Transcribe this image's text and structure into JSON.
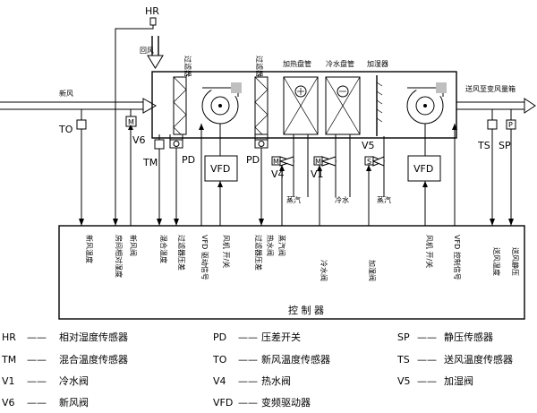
{
  "diagram": {
    "top_labels": {
      "hr": "HR",
      "return_air": "回风",
      "filter1": "过滤器",
      "filter2": "过滤器",
      "heating_coil": "加热盘管",
      "cooling_coil": "冷水盘管",
      "humidifier": "加湿器",
      "supply_air": "送风至变风量箱",
      "fresh_air": "新风"
    },
    "sensor_labels": {
      "to": "TO",
      "v6": "V6",
      "tm": "TM",
      "pd1": "PD",
      "pd2": "PD",
      "v4": "V4",
      "v1": "V1",
      "v5": "V5",
      "ts": "TS",
      "sp": "SP",
      "vfd1": "VFD",
      "vfd2": "VFD"
    },
    "pipe_labels": {
      "steam1": "蒸汽",
      "chilled_water": "冷水",
      "steam2": "蒸汽"
    },
    "controller_title": "控 制 器",
    "signals": [
      {
        "key": "s1",
        "text": "新风温度"
      },
      {
        "key": "s2",
        "text": "房间相对湿度"
      },
      {
        "key": "s2b",
        "text": "新风阀"
      },
      {
        "key": "s3",
        "text": "混合温度"
      },
      {
        "key": "s4",
        "text": "过滤器压差"
      },
      {
        "key": "s5",
        "text": "VFD 驱动信号"
      },
      {
        "key": "s6",
        "text": "风机 开/关"
      },
      {
        "key": "s7",
        "text": "过滤器压差"
      },
      {
        "key": "s7b",
        "text": "热水阀"
      },
      {
        "key": "s7c",
        "text": "蒸汽阀"
      },
      {
        "key": "s8",
        "text": "冷水阀"
      },
      {
        "key": "s9",
        "text": "加湿阀"
      },
      {
        "key": "s10",
        "text": "风机 开/关"
      },
      {
        "key": "s11",
        "text": "VFD 控制信号"
      },
      {
        "key": "s12",
        "text": "送风温度"
      },
      {
        "key": "s13",
        "text": "送风静压"
      }
    ]
  },
  "legend": [
    {
      "abbr": "HR",
      "desc": "相对湿度传感器"
    },
    {
      "abbr": "PD",
      "desc": "压差开关"
    },
    {
      "abbr": "SP",
      "desc": "静压传感器"
    },
    {
      "abbr": "TM",
      "desc": "混合温度传感器"
    },
    {
      "abbr": "TO",
      "desc": "新风温度传感器"
    },
    {
      "abbr": "TS",
      "desc": "送风温度传感器"
    },
    {
      "abbr": "V1",
      "desc": "冷水阀"
    },
    {
      "abbr": "V4",
      "desc": "热水阀"
    },
    {
      "abbr": "V5",
      "desc": "加湿阀"
    },
    {
      "abbr": "V6",
      "desc": "新风阀"
    },
    {
      "abbr": "VFD",
      "desc": "变频驱动器"
    }
  ],
  "legend_dash": "——"
}
